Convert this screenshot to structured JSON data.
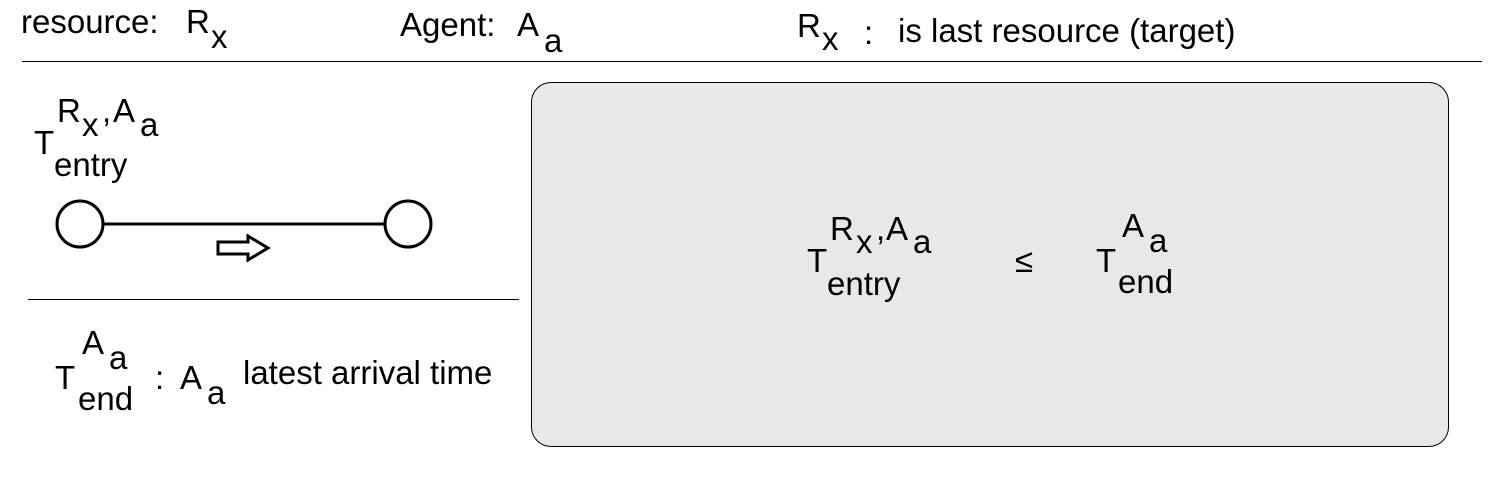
{
  "header": {
    "resource_label": "resource:",
    "resource_symbol": "R",
    "resource_sub": "x",
    "agent_label": "Agent:",
    "agent_symbol": "A",
    "agent_sub": "a",
    "target_symbol": "R",
    "target_sub": "x",
    "target_colon": ":",
    "target_text": "is last resource (target)"
  },
  "left_formula": {
    "T": "T",
    "sup_R": "R",
    "sup_R_sub": "x",
    "sup_comma": ",",
    "sup_A": "A",
    "sup_A_sub": "a",
    "sub": "entry"
  },
  "legend": {
    "T": "T",
    "sup_A": "A",
    "sup_A_sub": "a",
    "sub": "end",
    "colon": ":",
    "agent_symbol": "A",
    "agent_sub": "a",
    "text": "latest arrival time"
  },
  "constraint": {
    "lhs_T": "T",
    "lhs_sup_R": "R",
    "lhs_sup_R_sub": "x",
    "lhs_sup_comma": ",",
    "lhs_sup_A": "A",
    "lhs_sup_A_sub": "a",
    "lhs_sub": "entry",
    "operator": "≤",
    "rhs_T": "T",
    "rhs_sup_A": "A",
    "rhs_sup_A_sub": "a",
    "rhs_sub": "end"
  },
  "colors": {
    "box_fill": "#e8e8e8",
    "stroke": "#000000",
    "background": "#ffffff"
  }
}
